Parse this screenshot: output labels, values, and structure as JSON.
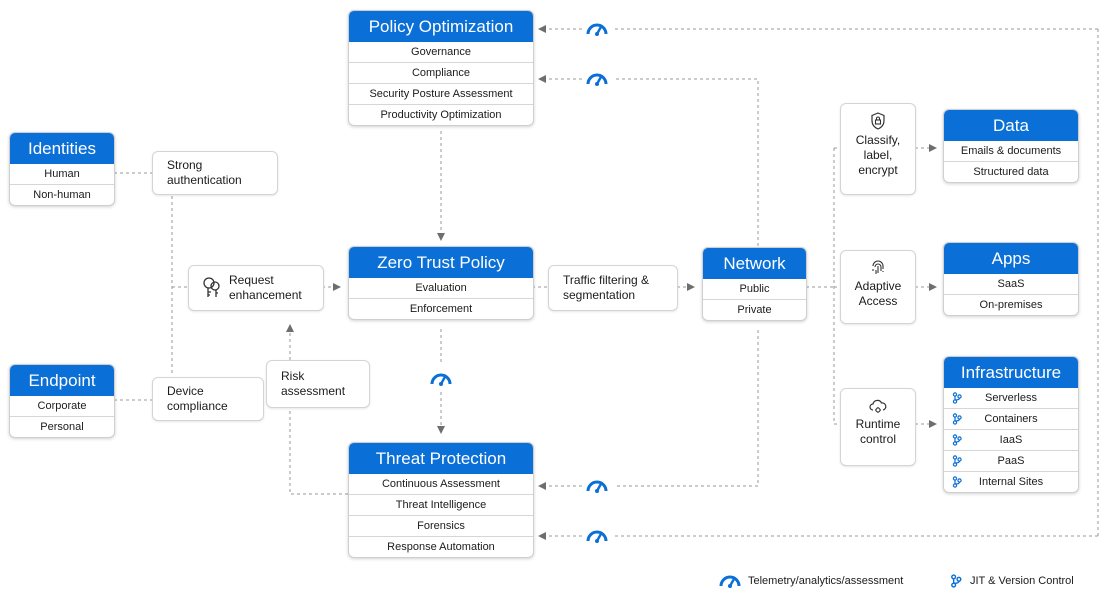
{
  "policy_optimization": {
    "title": "Policy Optimization",
    "items": [
      "Governance",
      "Compliance",
      "Security Posture Assessment",
      "Productivity Optimization"
    ]
  },
  "zero_trust_policy": {
    "title": "Zero Trust Policy",
    "items": [
      "Evaluation",
      "Enforcement"
    ]
  },
  "threat_protection": {
    "title": "Threat Protection",
    "items": [
      "Continuous Assessment",
      "Threat Intelligence",
      "Forensics",
      "Response Automation"
    ]
  },
  "identities": {
    "title": "Identities",
    "items": [
      "Human",
      "Non-human"
    ]
  },
  "endpoint": {
    "title": "Endpoint",
    "items": [
      "Corporate",
      "Personal"
    ]
  },
  "network": {
    "title": "Network",
    "items": [
      "Public",
      "Private"
    ]
  },
  "data": {
    "title": "Data",
    "items": [
      "Emails & documents",
      "Structured data"
    ]
  },
  "apps": {
    "title": "Apps",
    "items": [
      "SaaS",
      "On-premises"
    ]
  },
  "infrastructure": {
    "title": "Infrastructure",
    "items": [
      "Serverless",
      "Containers",
      "IaaS",
      "PaaS",
      "Internal Sites"
    ]
  },
  "labels": {
    "strong_auth": "Strong authentication",
    "request_enh": "Request enhancement",
    "device_compliance": "Device compliance",
    "risk_assessment": "Risk assessment",
    "traffic_filtering": "Traffic filtering & segmentation",
    "classify": "Classify, label, encrypt",
    "adaptive_access": "Adaptive Access",
    "runtime_control": "Runtime control"
  },
  "legend": {
    "telemetry": "Telemetry/analytics/assessment",
    "jit": "JIT & Version Control"
  },
  "icons": [
    "telemetry-icon",
    "jit-version-control-icon",
    "key-icon",
    "shield-lock-icon",
    "fingerprint-icon",
    "cloud-gear-icon"
  ],
  "colors": {
    "accent": "#0a6fd6",
    "connector": "#9a9a9a",
    "text": "#1b1b1b"
  }
}
